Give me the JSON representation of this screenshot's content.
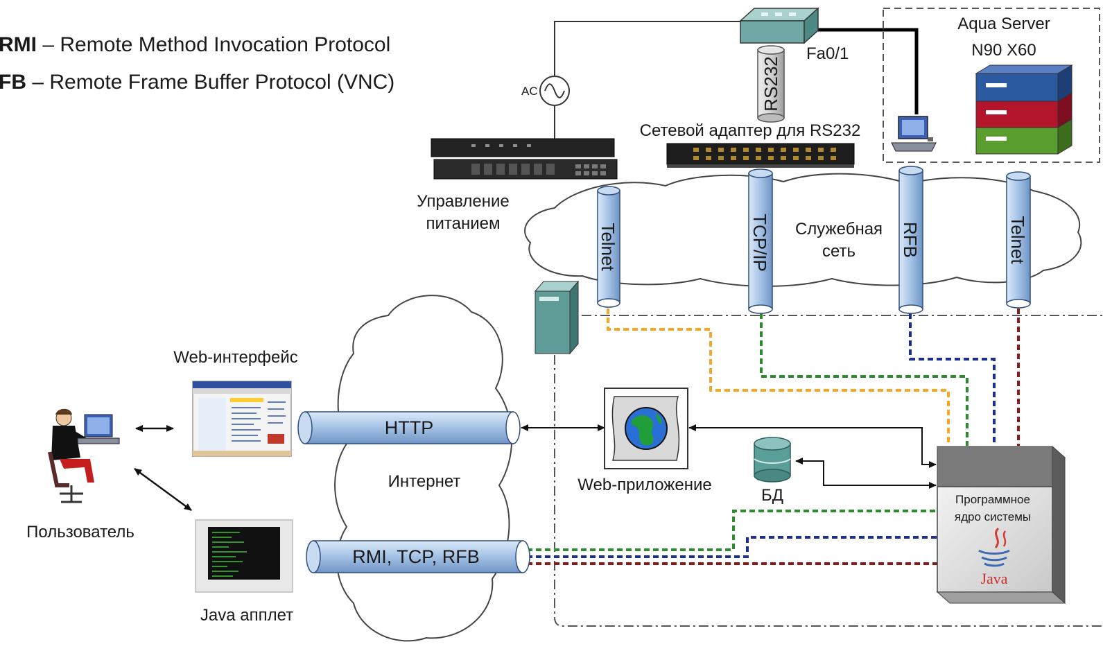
{
  "legend": {
    "rmi_abbr": "RMI",
    "rmi_desc": " – Remote Method Invocation Protocol",
    "rfb_abbr": "FB",
    "rfb_desc": " – Remote Frame Buffer Protocol (VNC)"
  },
  "labels": {
    "aqua_line1": "Aqua Server",
    "aqua_line2": "N90 X60",
    "port": "Fa0/1",
    "rs232_pipe": "RS232",
    "ac": "AC",
    "net_adapter": "Сетевой адаптер для RS232",
    "power_line1": "Управление",
    "power_line2": "питанием",
    "service_net_line1": "Служебная",
    "service_net_line2": "сеть",
    "web_interface": "Web-интерфейс",
    "internet": "Интернет",
    "web_app": "Web-приложение",
    "db": "БД",
    "core_line1": "Программное",
    "core_line2": "ядро системы",
    "java_logo": "Java",
    "user": "Пользователь",
    "java_applet": "Java апплет"
  },
  "pipes": {
    "telnet_left": "Telnet",
    "tcpip": "TCP/IP",
    "rfb": "RFB",
    "telnet_right": "Telnet",
    "http": "HTTP",
    "rmi_tcp_rfb": "RMI, TCP, RFB"
  },
  "colors": {
    "pipe_fill": "#a9c6e8",
    "pipe_stroke": "#2f4f7f",
    "line_orange": "#f5a623",
    "line_green": "#2e8b2e",
    "line_blue": "#1c2f8f",
    "line_red": "#8b1a1a",
    "switch_teal": "#7fb3b0",
    "server_blue": "#2c5aa0",
    "server_red": "#b3152c",
    "server_green": "#5a9e2f"
  },
  "icons": [
    "switch-icon",
    "power-manager-icon",
    "serial-adapter-icon",
    "workstation-icon",
    "aqua-server-icon",
    "tower-server-icon",
    "globe-app-icon",
    "database-icon",
    "core-server-icon",
    "java-cup-icon",
    "user-at-computer-icon",
    "browser-window-icon",
    "terminal-window-icon"
  ]
}
